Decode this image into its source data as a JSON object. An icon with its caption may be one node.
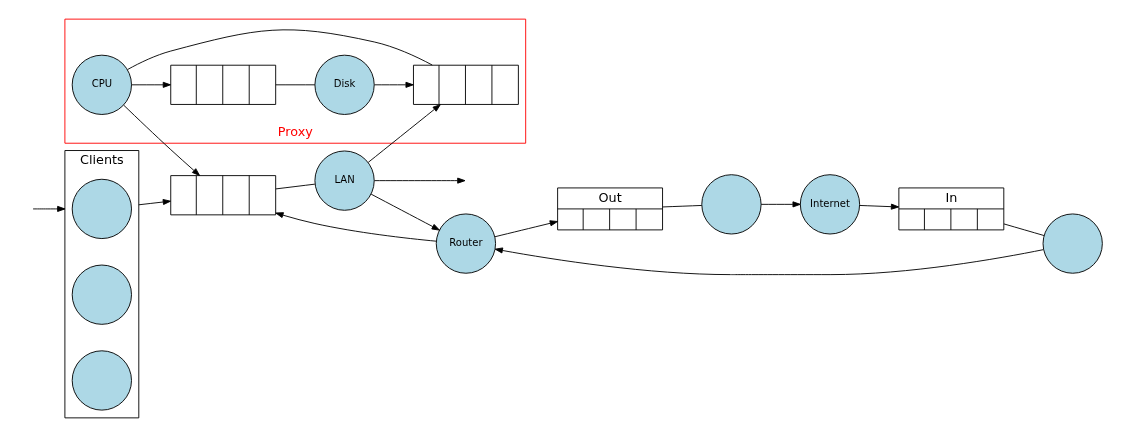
{
  "diagram": {
    "nodes": [
      {
        "text": [
          "Clients"
        ]
      },
      {
        "text": [],
        "shape": "circle",
        "in": 0
      },
      {
        "text": [],
        "shape": "circle",
        "in": 0
      },
      {
        "text": [],
        "shape": "circle",
        "in": 0
      },
      {
        "text": [],
        "shape": "box"
      },
      {
        "text": [
          "LAN"
        ]
      },
      {
        "text": [
          "Router"
        ]
      },
      {
        "text": [
          "Out"
        ]
      },
      {
        "text": [],
        "shape": "circle"
      },
      {
        "text": [
          "Internet"
        ]
      },
      {
        "text": [
          "In"
        ]
      },
      {
        "text": [],
        "shape": "circle"
      },
      {
        "text": [
          "Proxy"
        ]
      },
      {
        "text": [
          "CPU"
        ],
        "in": 12
      },
      {
        "text": [],
        "shape": "box",
        "in": 12
      },
      {
        "text": [],
        "shape": "box",
        "in": 12
      },
      {
        "text": [
          "Disk"
        ],
        "in": 12
      }
    ],
    "edges": [
      {
        "from": 0,
        "to": 4,
        "arrow": "to"
      },
      {
        "from": 6,
        "to": 4,
        "arrow": "to"
      },
      {
        "from": 13,
        "to": 4,
        "arrow": "to"
      },
      {
        "from": 4,
        "to": 5,
        "arrow": "none"
      },
      {
        "from": 5,
        "to": 6,
        "arrow": "to"
      },
      {
        "from": 5,
        "to": 15,
        "arrow": "to"
      },
      {
        "from": 5,
        "to": null,
        "arrow": "to"
      },
      {
        "from": 15,
        "to": 13,
        "arrow": "none"
      },
      {
        "from": 13,
        "to": 14,
        "arrow": "to"
      },
      {
        "from": 14,
        "to": 16,
        "arrow": "none"
      },
      {
        "from": 16,
        "to": 15,
        "arrow": "to"
      },
      {
        "from": 6,
        "to": 7,
        "arrow": "to"
      },
      {
        "from": 7,
        "to": 8,
        "arrow": "none"
      },
      {
        "from": 8,
        "to": 9,
        "arrow": "to"
      },
      {
        "from": 9,
        "to": 10,
        "arrow": "to"
      },
      {
        "from": 10,
        "to": 11,
        "arrow": "none"
      },
      {
        "from": 11,
        "to": 6,
        "arrow": "to"
      },
      {
        "from": null,
        "to": 0,
        "arrow": "to"
      }
    ]
  }
}
